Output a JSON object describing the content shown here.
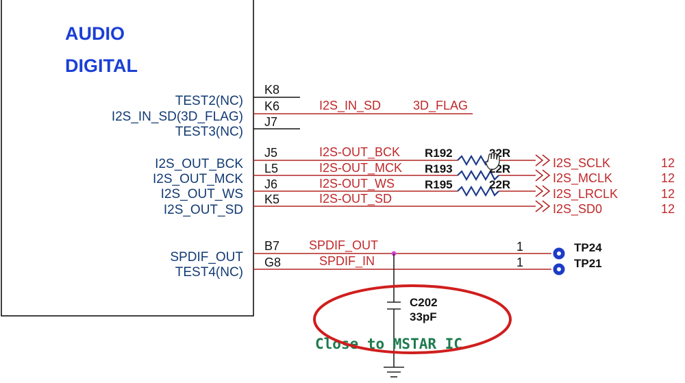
{
  "block": {
    "title_line1": "AUDIO",
    "title_line2": "DIGITAL"
  },
  "pins": [
    {
      "name": "TEST2(NC)",
      "number": "K8",
      "net": ""
    },
    {
      "name": "I2S_IN_SD(3D_FLAG)",
      "number": "K6",
      "net": "I2S_IN_SD",
      "net2": "3D_FLAG"
    },
    {
      "name": "TEST3(NC)",
      "number": "J7",
      "net": ""
    },
    {
      "name": "I2S_OUT_BCK",
      "number": "J5",
      "net": "I2S-OUT_BCK"
    },
    {
      "name": "I2S_OUT_MCK",
      "number": "L5",
      "net": "I2S-OUT_MCK"
    },
    {
      "name": "I2S_OUT_WS",
      "number": "J6",
      "net": "I2S-OUT_WS"
    },
    {
      "name": "I2S_OUT_SD",
      "number": "K5",
      "net": "I2S-OUT_SD"
    },
    {
      "name": "SPDIF_OUT",
      "number": "B7",
      "net": "SPDIF_OUT"
    },
    {
      "name": "TEST4(NC)",
      "number": "G8",
      "net": "SPDIF_IN"
    }
  ],
  "resistors": [
    {
      "ref": "R192",
      "value": "22R"
    },
    {
      "ref": "R193",
      "value": "22R"
    },
    {
      "ref": "R195",
      "value": "22R"
    }
  ],
  "offpage": [
    {
      "label": "I2S_SCLK",
      "page": "12"
    },
    {
      "label": "I2S_MCLK",
      "page": "12"
    },
    {
      "label": "I2S_LRCLK",
      "page": "12"
    },
    {
      "label": "I2S_SD0",
      "page": "12"
    }
  ],
  "testpoints": [
    {
      "ref": "TP24",
      "pin": "1"
    },
    {
      "ref": "TP21",
      "pin": "1"
    }
  ],
  "capacitor": {
    "ref": "C202",
    "value": "33pF"
  },
  "note": "Close to MSTAR IC",
  "colors": {
    "wire": "#b02522",
    "net_text": "#c0282a",
    "pin_text": "#123a73",
    "title": "#1a3fd6",
    "note": "#1e7a4d",
    "circle": "#d01e1e",
    "testpoint": "#1d3cc7"
  }
}
